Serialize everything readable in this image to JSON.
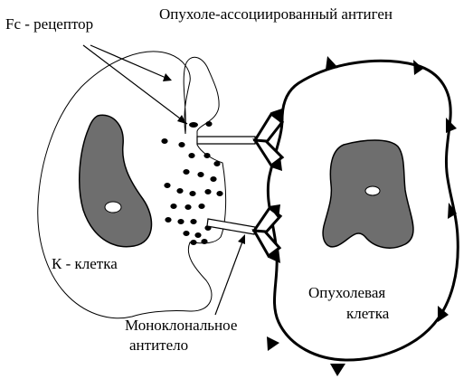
{
  "labels": {
    "fc_receptor": "Fc - рецептор",
    "tumor_antigen": "Опухоле-ассоциированный антиген",
    "k_cell": "К - клетка",
    "tumor_cell_line1": "Опухолевая",
    "tumor_cell_line2": "клетка",
    "antibody_line1": "Моноклональное",
    "antibody_line2": "антитело"
  },
  "colors": {
    "outline": "#000000",
    "nucleus": "#6e6e6e",
    "background": "#ffffff"
  }
}
